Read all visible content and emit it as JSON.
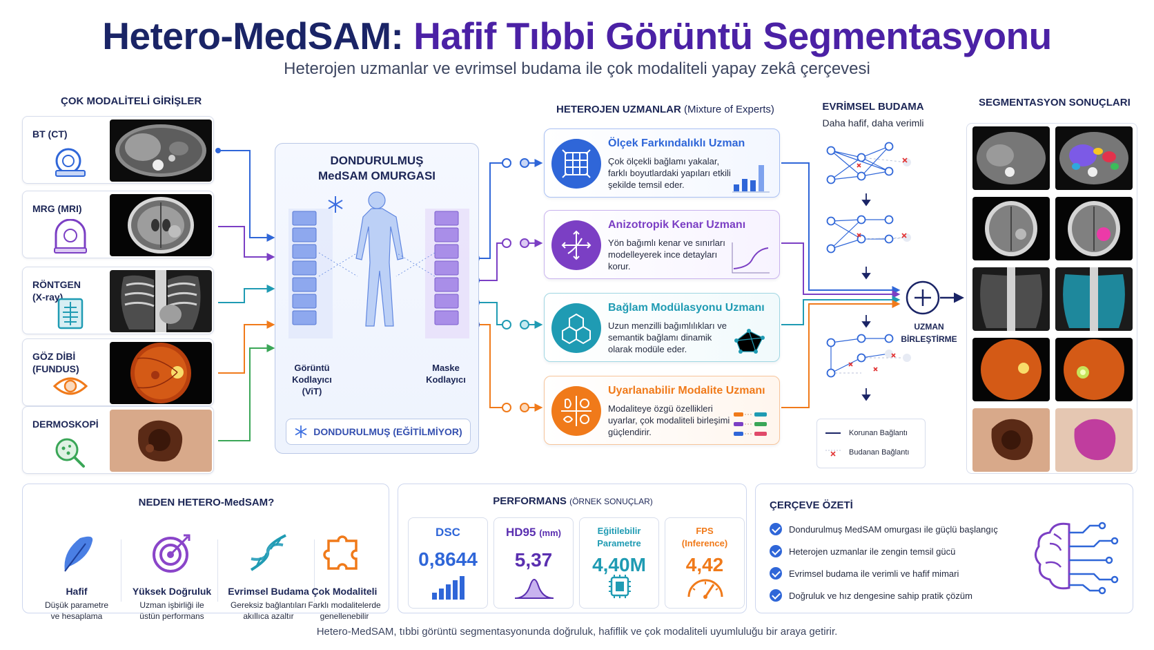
{
  "title": {
    "part1": "Hetero-MedSAM:",
    "part2": "Hafif Tıbbi Görüntü Segmentasyonu"
  },
  "subtitle": "Heterojen uzmanlar ve evrimsel budama ile çok modaliteli yapay zekâ çerçevesi",
  "inputs": {
    "heading": "ÇOK MODALİTELİ GİRİŞLER",
    "items": [
      {
        "label": "BT (CT)",
        "icon": "ct-scanner-icon"
      },
      {
        "label": "MRG (MRI)",
        "icon": "mri-scanner-icon"
      },
      {
        "label": "RÖNTGEN\n(X-ray)",
        "icon": "xray-chest-icon"
      },
      {
        "label": "GÖZ DİBİ\n(FUNDUS)",
        "icon": "eye-icon"
      },
      {
        "label": "DERMOSKOPİ",
        "icon": "magnifier-skin-icon"
      }
    ]
  },
  "backbone": {
    "title": "DONDURULMUŞ\nMedSAM OMURGASI",
    "image_encoder": "Görüntü\nKodlayıcı\n(ViT)",
    "mask_decoder": "Maske\nKodlayıcı",
    "frozen_label": "DONDURULMUŞ (EĞİTİLMİYOR)"
  },
  "experts": {
    "heading": "HETEROJEN UZMANLAR",
    "heading_note": "(Mixture of Experts)",
    "items": [
      {
        "title": "Ölçek Farkındalıklı Uzman",
        "desc": "Çok ölçekli bağlamı yakalar, farklı boyutlardaki yapıları etkili şekilde temsil eder.",
        "color": "#2f66d8",
        "icon": "grid-scale-icon"
      },
      {
        "title": "Anizotropik Kenar Uzmanı",
        "desc": "Yön bağımlı kenar ve sınırları modelleyerek ince detayları korur.",
        "color": "#7b3fc4",
        "icon": "edge-arrows-icon"
      },
      {
        "title": "Bağlam Modülasyonu Uzmanı",
        "desc": "Uzun menzilli bağımlılıkları ve semantik bağlamı dinamik olarak modüle eder.",
        "color": "#1f9bb3",
        "icon": "cubes-icon"
      },
      {
        "title": "Uyarlanabilir Modalite Uzmanı",
        "desc": "Modaliteye özgü özellikleri uyarlar, çok modaliteli birleşimi güçlendirir.",
        "color": "#f07a1a",
        "icon": "modality-organs-icon"
      }
    ]
  },
  "pruning": {
    "heading": "EVRİMSEL BUDAMA",
    "sub": "Daha hafif, daha verimli",
    "legend_kept": "Korunan Bağlantı",
    "legend_pruned": "Budanan Bağlantı"
  },
  "fusion": {
    "label": "UZMAN\nBİRLEŞTİRME"
  },
  "results": {
    "heading": "SEGMENTASYON SONUÇLARI"
  },
  "why": {
    "heading": "NEDEN HETERO-MedSAM?",
    "items": [
      {
        "title": "Hafif",
        "desc": "Düşük parametre\nve hesaplama",
        "icon": "feather-icon"
      },
      {
        "title": "Yüksek Doğruluk",
        "desc": "Uzman işbirliği ile\nüstün performans",
        "icon": "target-icon"
      },
      {
        "title": "Evrimsel Budama",
        "desc": "Gereksiz bağlantıları\nakıllıca azaltır",
        "icon": "dna-icon"
      },
      {
        "title": "Çok Modaliteli",
        "desc": "Farklı modalitelerde\ngenellenebilir",
        "icon": "puzzle-icon"
      }
    ]
  },
  "performance": {
    "heading": "PERFORMANS",
    "heading_note": "(ÖRNEK SONUÇLAR)",
    "metrics": [
      {
        "name": "DSC",
        "unit": "",
        "value": "0,8644",
        "color": "#2f66d8",
        "icon": "bar-chart-icon"
      },
      {
        "name": "HD95",
        "unit": "(mm)",
        "value": "5,37",
        "color": "#5a2fb0",
        "icon": "bell-curve-icon"
      },
      {
        "name": "Eğitilebilir\nParametre",
        "unit": "",
        "value": "4,40M",
        "color": "#1f9bb3",
        "icon": "chip-icon"
      },
      {
        "name": "FPS\n(Inference)",
        "unit": "",
        "value": "4,42",
        "color": "#f07a1a",
        "icon": "speedometer-icon"
      }
    ]
  },
  "summary": {
    "heading": "ÇERÇEVE ÖZETİ",
    "items": [
      "Dondurulmuş MedSAM omurgası ile güçlü başlangıç",
      "Heterojen uzmanlar ile zengin temsil gücü",
      "Evrimsel budama ile verimli ve hafif mimari",
      "Doğruluk ve hız dengesine sahip pratik çözüm"
    ]
  },
  "footer": "Hetero-MedSAM, tıbbi görüntü segmentasyonunda doğruluk, hafiflik ve çok modaliteli uyumluluğu bir araya getirir."
}
